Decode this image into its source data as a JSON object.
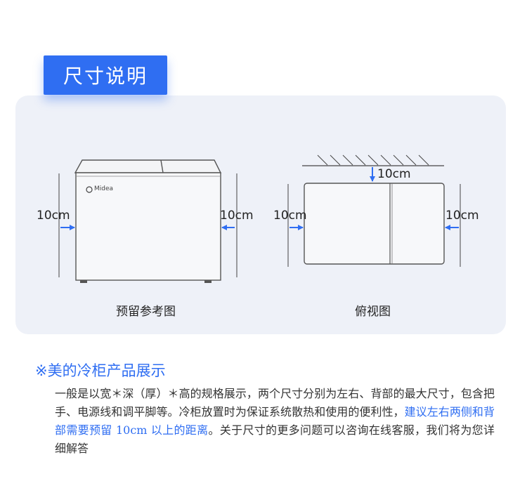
{
  "header": {
    "title": "尺寸说明"
  },
  "front_view": {
    "left_gap": "10cm",
    "right_gap": "10cm",
    "brand": "Midea",
    "caption": "预留参考图"
  },
  "top_view": {
    "back_gap": "10cm",
    "left_gap": "10cm",
    "right_gap": "10cm",
    "caption": "俯视图"
  },
  "showcase": {
    "title": "※美的冷柜产品展示",
    "text_before": "一般是以宽＊深（厚）＊高的规格展示，两个尺寸分别为左右、背部的最大尺寸，包含把手、电源线和调平脚等。冷柜放置时为保证系统散热和使用的便利性，",
    "text_highlight": "建议左右两侧和背部需要预留 10cm 以上的距离",
    "text_after": "。关于尺寸的更多问题可以咨询在线客服，我们将为您详细解答"
  },
  "colors": {
    "accent": "#2f6ef2",
    "panel_bg": "#eef1f8"
  }
}
